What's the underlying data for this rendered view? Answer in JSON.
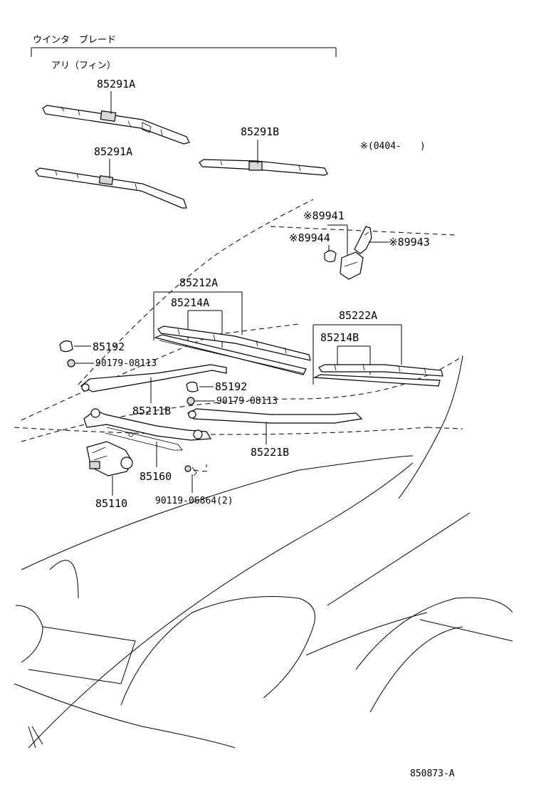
{
  "header": {
    "title": "ウインタ　ブレード",
    "subtitle": "アリ（フィン）"
  },
  "note": "※(0404-　　)",
  "labels": {
    "blade_a_top": "85291A",
    "blade_a_bottom": "85291A",
    "blade_b": "85291B",
    "p89941": "※89941",
    "p89944": "※89944",
    "p89943": "※89943",
    "p85212A": "85212A",
    "p85214A": "85214A",
    "p85222A": "85222A",
    "p85214B": "85214B",
    "p85192_left": "85192",
    "nut_left": "90179-08113",
    "p85192_mid": "85192",
    "nut_mid": "90179-08113",
    "p85211B": "85211B",
    "p85221B": "85221B",
    "p85160": "85160",
    "p85110": "85110",
    "bolt": "90119-06864(2)"
  },
  "figure_id": "850873-A"
}
